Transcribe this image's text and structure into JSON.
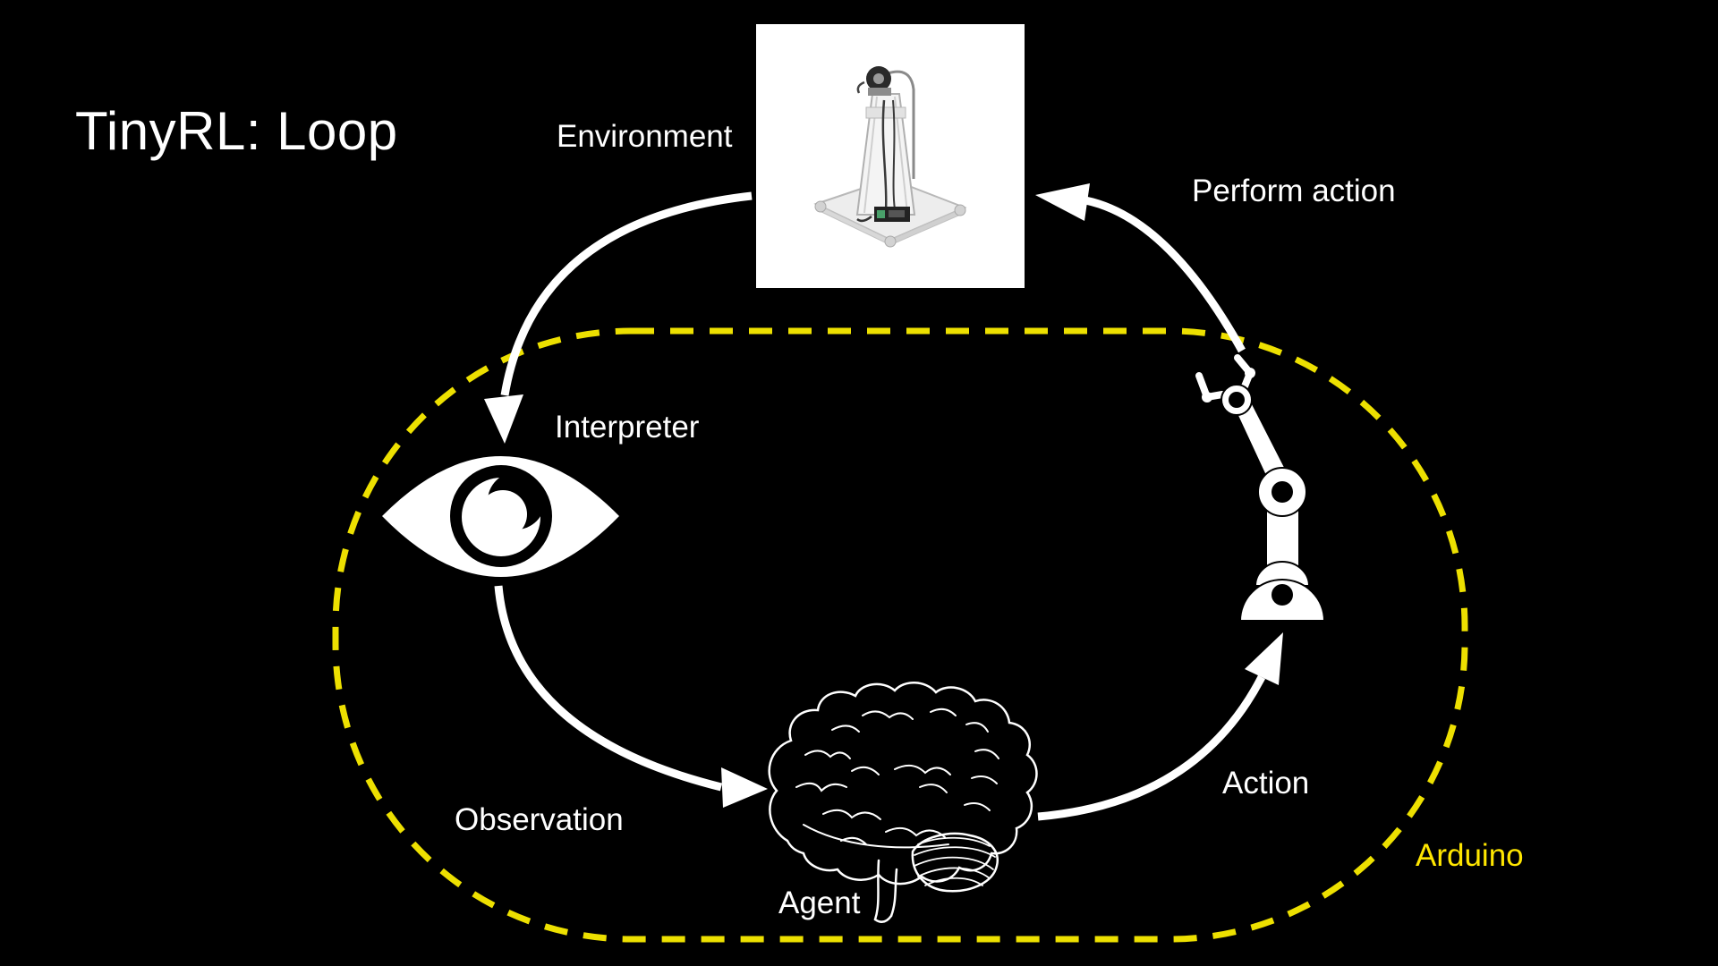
{
  "slide": {
    "title": "TinyRL: Loop"
  },
  "labels": {
    "environment": "Environment",
    "perform_action": "Perform action",
    "interpreter": "Interpreter",
    "observation": "Observation",
    "agent": "Agent",
    "action": "Action",
    "arduino": "Arduino"
  },
  "icons": {
    "environment_image": "pendulum-robot-photo",
    "interpreter_icon": "eye-icon",
    "agent_icon": "brain-icon",
    "actuator_icon": "robot-arm-icon",
    "boundary": "yellow-dashed-loop"
  },
  "colors": {
    "background": "#000000",
    "text": "#FFFFFF",
    "arrow": "#FFFFFF",
    "dash_yellow": "#EDE000",
    "arduino_yellow": "#FFE600",
    "photo_background": "#FFFFFF"
  }
}
